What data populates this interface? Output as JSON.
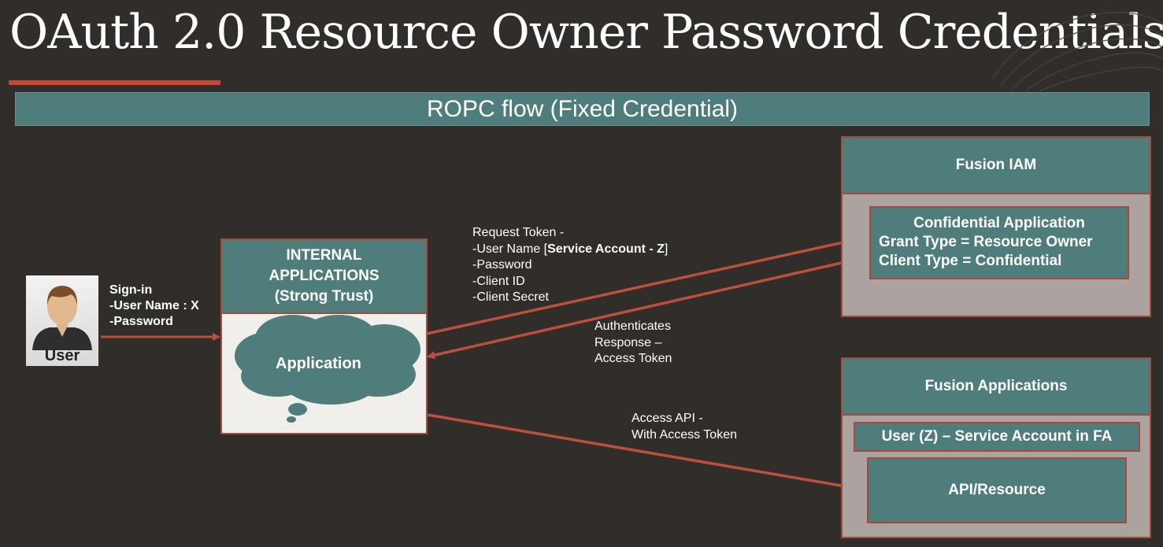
{
  "title": "OAuth 2.0 Resource Owner Password Credentials",
  "banner": "ROPC flow (Fixed Credential)",
  "user": {
    "label": "User",
    "signin_lines": [
      "Sign-in",
      "-User Name : X",
      "-Password"
    ]
  },
  "internal_apps": {
    "header_lines": [
      "INTERNAL",
      "APPLICATIONS",
      "(Strong Trust)"
    ],
    "app_label": "Application"
  },
  "request_token": {
    "line1": "Request Token -",
    "line2_prefix": "-User Name [",
    "line2_bold": "Service Account - Z",
    "line2_suffix": "]",
    "line3": "-Password",
    "line4": "-Client ID",
    "line5": "-Client Secret"
  },
  "auth_response": [
    "Authenticates",
    "Response –",
    "Access Token"
  ],
  "access_api": [
    "Access API -",
    "With Access Token"
  ],
  "fusion_iam": {
    "title": "Fusion IAM",
    "confidential_app": [
      "Confidential Application",
      "Grant Type = Resource Owner",
      "Client Type = Confidential"
    ]
  },
  "fusion_apps": {
    "title": "Fusion Applications",
    "user_bar": "User (Z) – Service Account in FA",
    "api_box": "API/Resource"
  },
  "colors": {
    "background": "#312d2a",
    "teal": "#4f7d7b",
    "accent": "#c74634",
    "arrow": "#bd4f3d"
  }
}
